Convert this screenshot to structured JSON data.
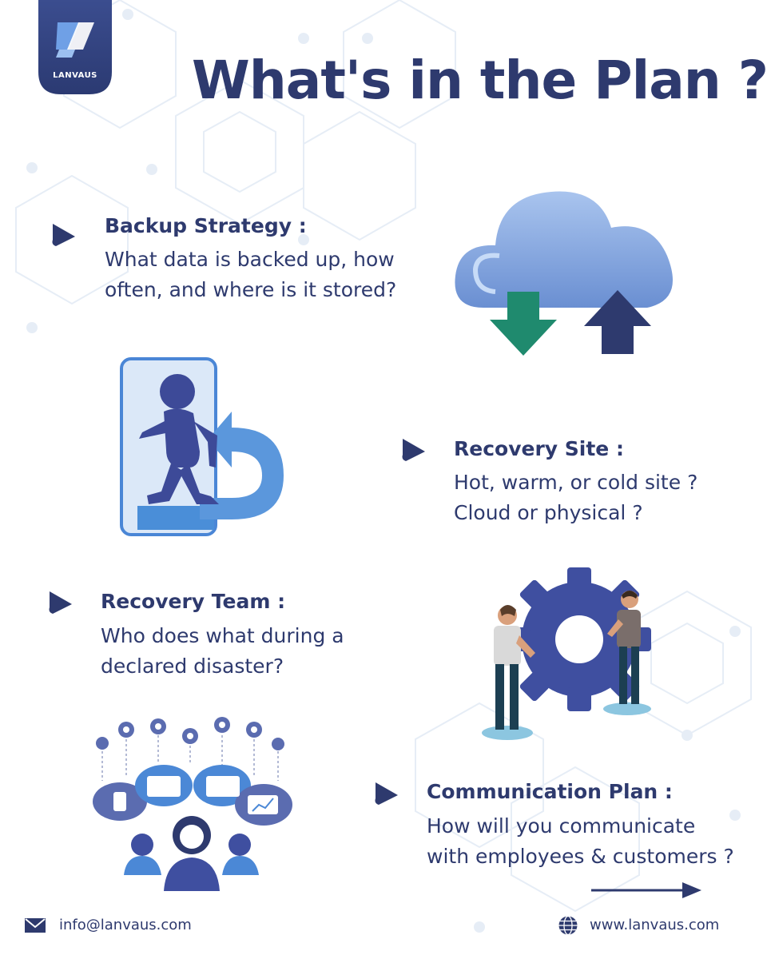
{
  "brand": {
    "logo_text": "LANVAUS"
  },
  "title": "What's in the Plan ?",
  "sections": [
    {
      "title": "Backup Strategy :",
      "lines": [
        "What data is backed up, how",
        "often, and where is it stored?"
      ]
    },
    {
      "title": "Recovery Site :",
      "lines": [
        "Hot, warm, or cold site ?",
        "Cloud or physical ?"
      ]
    },
    {
      "title": "Recovery Team :",
      "lines": [
        "Who does what during a",
        "declared disaster?"
      ]
    },
    {
      "title": "Communication Plan :",
      "lines": [
        "How will you communicate",
        "with employees & customers ?"
      ]
    }
  ],
  "footer": {
    "email": "info@lanvaus.com",
    "website": "www.lanvaus.com"
  },
  "colors": {
    "navy": "#2e3a6e",
    "cloud_blue": "#7fa2dc",
    "green": "#1f8a6e",
    "bg_pattern": "#e4ecf6"
  },
  "icons": [
    "bullet-triangle-icon",
    "mail-icon",
    "globe-icon",
    "arrow-right-icon"
  ]
}
